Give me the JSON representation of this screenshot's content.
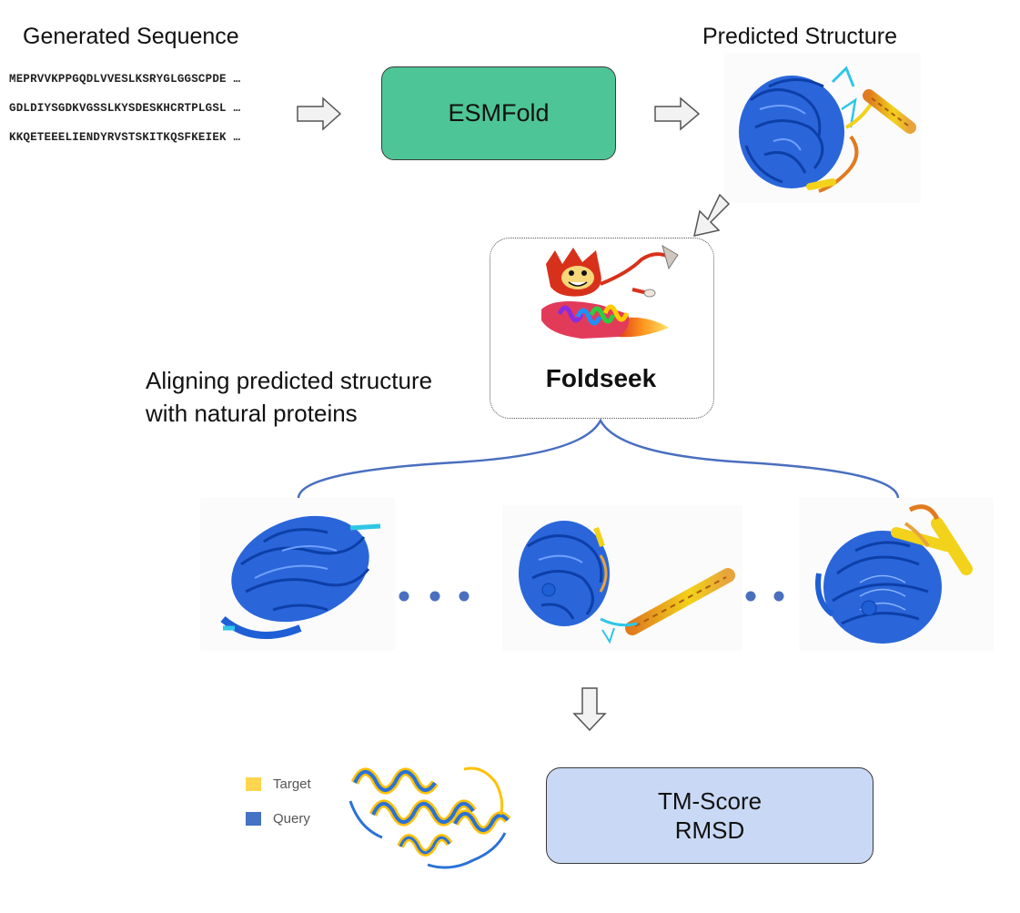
{
  "titles": {
    "generated_sequence": "Generated Sequence",
    "predicted_structure": "Predicted Structure"
  },
  "sequences": [
    "MEPRVVKPPGQDLVVESLKSRYGLGGSCPDE …",
    "GDLDIYSGDKVGSSLKYSDESKHCRTPLGSL …",
    "KKQETEEELIENDYRVSTSKITKQSFKEIEK …"
  ],
  "esmfold": {
    "label": "ESMFold",
    "color": "#4ec596"
  },
  "foldseek": {
    "label": "Foldseek"
  },
  "alignment_caption": {
    "line1": "Aligning predicted structure",
    "line2": "with natural proteins"
  },
  "legend": {
    "target": {
      "label": "Target",
      "color": "#ffd54f"
    },
    "query": {
      "label": "Query",
      "color": "#4472c4"
    }
  },
  "metrics": {
    "line1": "TM-Score",
    "line2": "RMSD",
    "color": "#c9d9f5"
  },
  "colors": {
    "protein_blue": "#1f5fd6",
    "brace": "#4a6fbf",
    "arrow_fill": "#f2f2f2",
    "arrow_stroke": "#555555"
  }
}
